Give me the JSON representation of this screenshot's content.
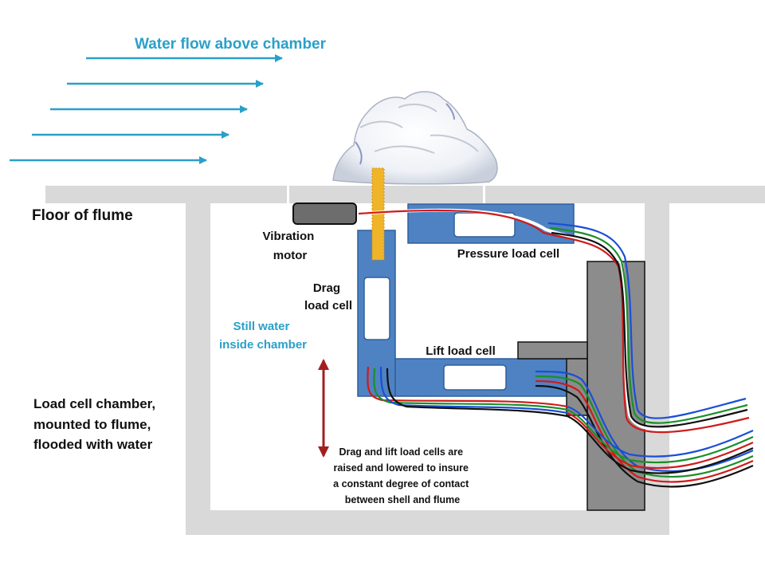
{
  "labels": {
    "water_flow": "Water flow above chamber",
    "floor": "Floor of flume",
    "vibration_motor": [
      "Vibration",
      "motor"
    ],
    "drag_load_cell": [
      "Drag",
      "load cell"
    ],
    "still_water": [
      "Still water",
      "inside chamber"
    ],
    "pressure_load_cell": "Pressure load cell",
    "lift_load_cell": "Lift load cell",
    "chamber": [
      "Load cell chamber,",
      "mounted to flume,",
      "flooded with water"
    ],
    "note": [
      "Drag and lift load cells are",
      "raised and lowered to insure",
      "a constant degree of contact",
      "between shell and flume"
    ]
  },
  "colors": {
    "flow_arrow": "#2aa0c8",
    "still_water_text": "#2aa0c8",
    "load_cell": "#4f82c2",
    "load_cell_edge": "#2f5f9a",
    "wall": "#d9d9d9",
    "mount": "#8c8c8c",
    "motor": "#6d6d6d",
    "rod": "#f0b429",
    "vertical_arrow": "#a31f1f",
    "wires": [
      "#1a4fd6",
      "#1b8f2a",
      "#d01b1b",
      "#111111",
      "#ffffff"
    ]
  },
  "icons": {
    "shell": "shell-illustration"
  }
}
